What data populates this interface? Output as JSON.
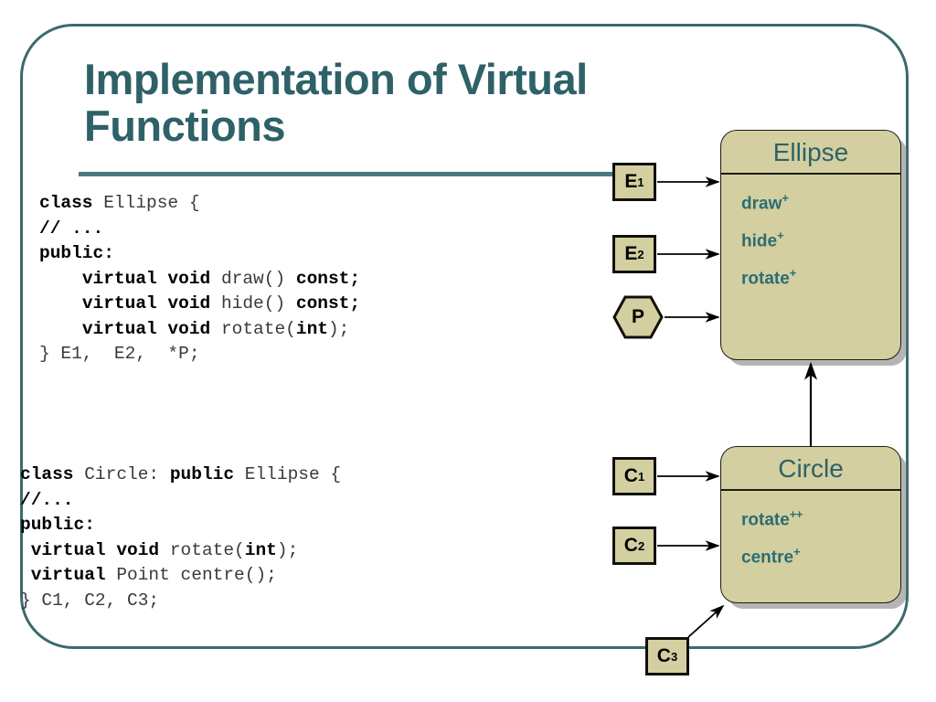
{
  "slide": {
    "title": "Implementation of Virtual Functions",
    "frame_color": "#3b6b6e",
    "title_color": "#2e6168",
    "box_fill": "#d3cfa0",
    "member_color": "#2b6d73"
  },
  "code": {
    "ellipse_block_lines": [
      "class Ellipse {",
      "// ...",
      "public:",
      "    virtual void draw() const;",
      "    virtual void hide() const;",
      "    virtual void rotate(int);",
      "} E1,  E2,  *P;"
    ],
    "circle_block_lines": [
      "class Circle: public Ellipse {",
      "//...",
      "public:",
      " virtual void rotate(int);",
      " virtual Point centre();",
      "} C1, C2, C3;"
    ]
  },
  "diagram": {
    "classes": [
      {
        "name": "Ellipse",
        "members": [
          {
            "label": "draw",
            "visibility": "+"
          },
          {
            "label": "hide",
            "visibility": "+"
          },
          {
            "label": "rotate",
            "visibility": "+"
          }
        ]
      },
      {
        "name": "Circle",
        "members": [
          {
            "label": "rotate",
            "visibility": "++"
          },
          {
            "label": "centre",
            "visibility": "+"
          }
        ]
      }
    ],
    "objects": [
      {
        "id": "e1",
        "base": "E",
        "index": "1",
        "shape": "square",
        "target": "Ellipse"
      },
      {
        "id": "e2",
        "base": "E",
        "index": "2",
        "shape": "square",
        "target": "Ellipse"
      },
      {
        "id": "p",
        "base": "P",
        "index": "",
        "shape": "hexagon",
        "target": "Ellipse"
      },
      {
        "id": "c1",
        "base": "C",
        "index": "1",
        "shape": "square",
        "target": "Circle"
      },
      {
        "id": "c2",
        "base": "C",
        "index": "2",
        "shape": "square",
        "target": "Circle"
      },
      {
        "id": "c3",
        "base": "C",
        "index": "3",
        "shape": "square",
        "target": "Circle"
      }
    ],
    "inheritance": {
      "from": "Circle",
      "to": "Ellipse"
    }
  }
}
